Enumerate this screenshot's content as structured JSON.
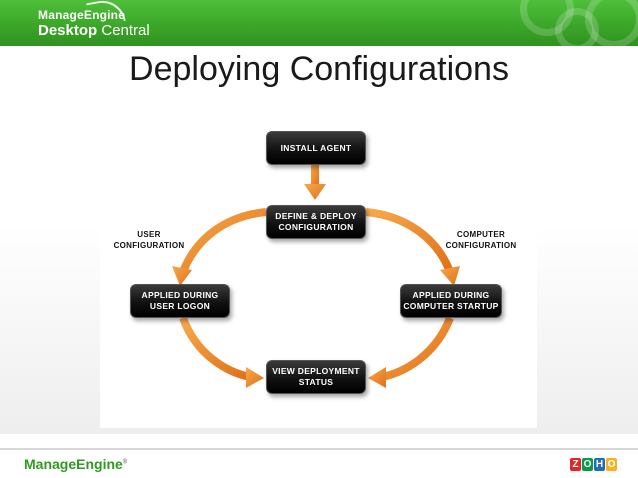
{
  "header": {
    "brand_top": "ManageEngine",
    "product_bold": "Desktop",
    "product_rest": " Central"
  },
  "slide": {
    "title": "Deploying Configurations"
  },
  "diagram": {
    "nodes": {
      "install_agent": [
        "INSTALL AGENT"
      ],
      "define_deploy": [
        "DEFINE & DEPLOY",
        "CONFIGURATION"
      ],
      "user_logon": [
        "APPLIED DURING",
        "USER LOGON"
      ],
      "computer_startup": [
        "APPLIED DURING",
        "COMPUTER STARTUP"
      ],
      "view_status": [
        "VIEW DEPLOYMENT",
        "STATUS"
      ]
    },
    "labels": {
      "user_config": [
        "USER",
        "CONFIGURATION"
      ],
      "computer_config": [
        "COMPUTER",
        "CONFIGURATION"
      ]
    },
    "arrow_color": "#f08a1c"
  },
  "footer": {
    "logo": "ManageEngine",
    "logo_mark": "®",
    "zoho_letters": [
      "Z",
      "O",
      "H",
      "O"
    ],
    "zoho_colors": [
      "#e42527",
      "#089949",
      "#226db4",
      "#f9b21d"
    ]
  }
}
